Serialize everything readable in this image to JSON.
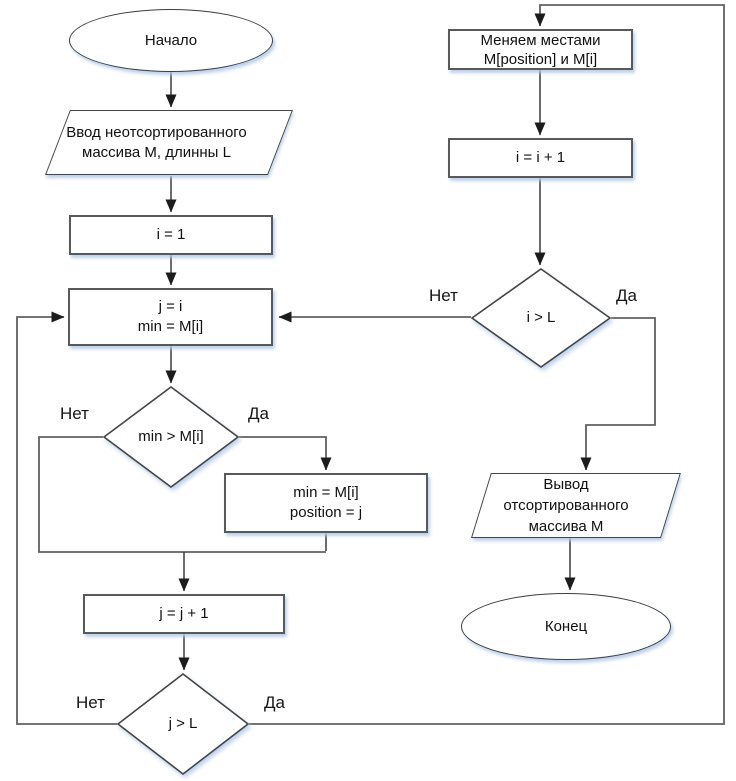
{
  "diagram": {
    "type": "flowchart",
    "language": "ru",
    "nodes": {
      "start": {
        "shape": "terminator",
        "lines": [
          "Начало"
        ]
      },
      "input": {
        "shape": "io",
        "lines": [
          "Ввод неотсортированного",
          "массива M, длинны L"
        ]
      },
      "set_i": {
        "shape": "process",
        "lines": [
          "i = 1"
        ]
      },
      "init_j": {
        "shape": "process",
        "lines": [
          "j = i",
          "min = M[i]"
        ]
      },
      "check_min": {
        "shape": "decision",
        "lines": [
          "min > M[i]"
        ]
      },
      "update_min": {
        "shape": "process",
        "lines": [
          "min = M[i]",
          "position = j"
        ]
      },
      "inc_j": {
        "shape": "process",
        "lines": [
          "j = j + 1"
        ]
      },
      "check_j": {
        "shape": "decision",
        "lines": [
          "j > L"
        ]
      },
      "swap": {
        "shape": "process",
        "lines": [
          "Меняем местами",
          "M[position] и M[i]"
        ]
      },
      "inc_i": {
        "shape": "process",
        "lines": [
          "i = i + 1"
        ]
      },
      "check_i": {
        "shape": "decision",
        "lines": [
          "i > L"
        ]
      },
      "output": {
        "shape": "io",
        "lines": [
          "Вывод",
          "отсортированного",
          "массива M"
        ]
      },
      "end": {
        "shape": "terminator",
        "lines": [
          "Конец"
        ]
      }
    },
    "edge_labels": {
      "yes": "Да",
      "no": "Нет"
    },
    "colors": {
      "background": "#ffffff",
      "shape_fill": "#ffffff",
      "rect_border": "#595959",
      "outline_border": "#454545",
      "connector": "#616161",
      "arrow": "#1c1c1c",
      "shadow": "#b0c9e9",
      "text": "#111111"
    }
  }
}
